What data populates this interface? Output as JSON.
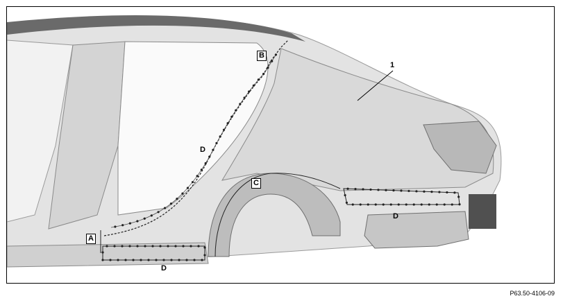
{
  "callouts": {
    "part_1": "1",
    "label_A": "A",
    "label_B": "B",
    "label_C": "C",
    "label_D_pillar": "D",
    "label_D_bottom": "D",
    "label_D_right": "D"
  },
  "figure_id": "P63.50-4106-09",
  "colors": {
    "panel_light": "#e6e6e6",
    "panel_mid": "#cfcfcf",
    "panel_dark": "#8c8c8c",
    "roof_dark": "#5a5a5a",
    "seam_line": "#333333",
    "weld_dot": "#222222"
  }
}
